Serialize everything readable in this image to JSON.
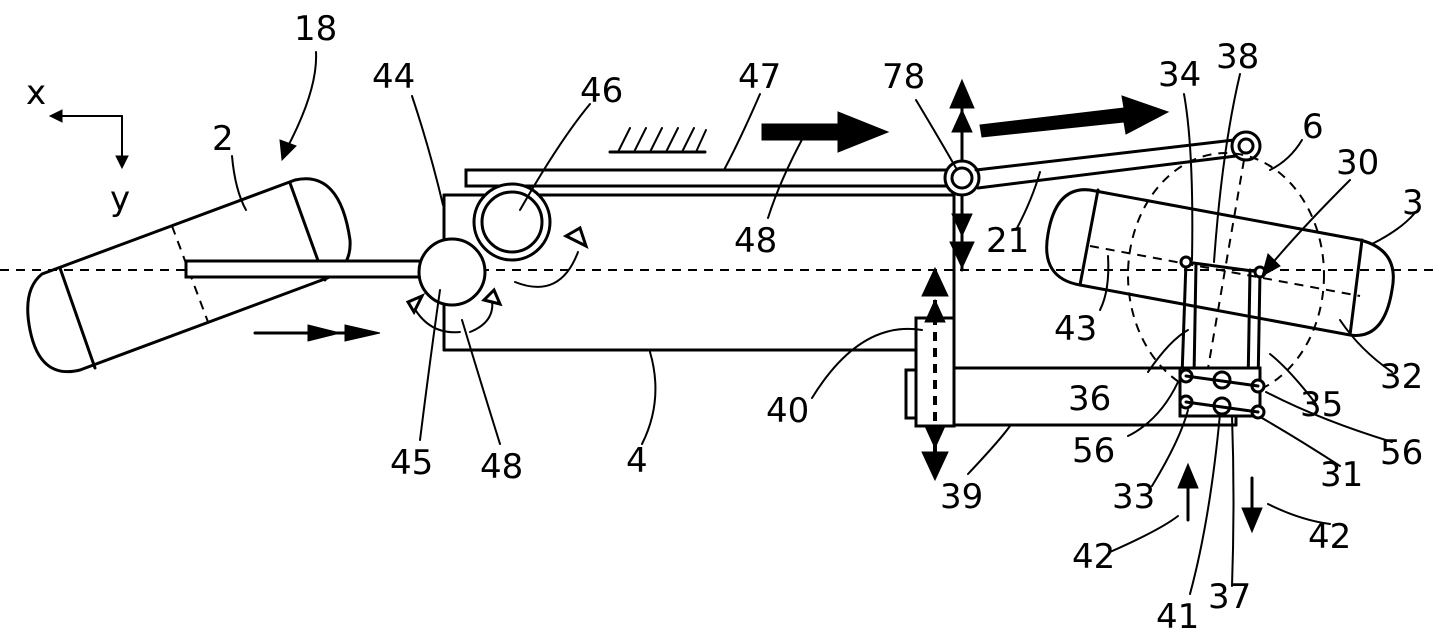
{
  "axes": {
    "x": "x",
    "y": "y"
  },
  "labels": {
    "l18": "18",
    "l44": "44",
    "l46": "46",
    "l47": "47",
    "l78": "78",
    "l34": "34",
    "l38": "38",
    "l6": "6",
    "l30": "30",
    "l3": "3",
    "l2": "2",
    "l21": "21",
    "l48a": "48",
    "l43": "43",
    "l32": "32",
    "l36": "36",
    "l35": "35",
    "l40": "40",
    "l56a": "56",
    "l56b": "56",
    "l45": "45",
    "l48b": "48",
    "l4": "4",
    "l39": "39",
    "l33": "33",
    "l31": "31",
    "l42a": "42",
    "l42b": "42",
    "l41": "41",
    "l37": "37"
  }
}
